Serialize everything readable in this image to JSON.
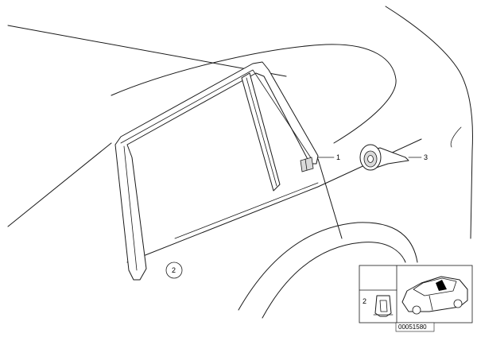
{
  "callouts": {
    "label_1": "1",
    "label_2": "2",
    "label_3": "3",
    "inset_label_2": "2"
  },
  "inset": {
    "diagram_code": "00051580"
  },
  "icons": [
    "car-thumbnail-icon",
    "clip-icon",
    "tape-roll-icon"
  ]
}
